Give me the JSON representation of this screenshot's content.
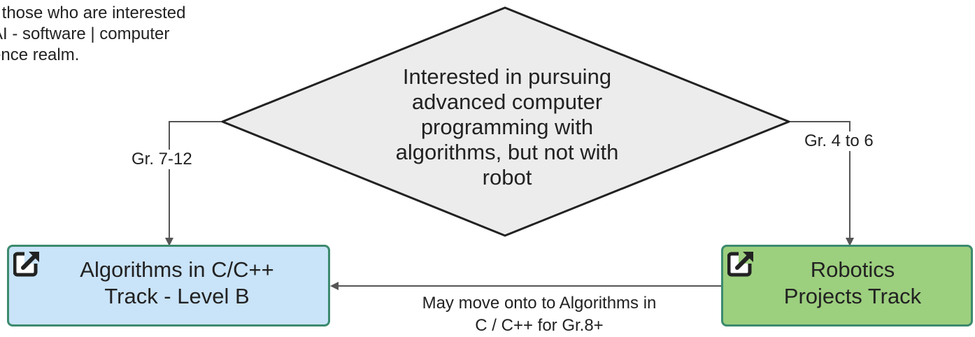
{
  "note": {
    "line1": "r those who are interested",
    "line2": "AI - software | computer",
    "line3": "ence realm."
  },
  "decision": {
    "lines": [
      "Interested in pursuing",
      "advanced computer",
      "programming with",
      "algorithms, but not with",
      "robot"
    ]
  },
  "edges": {
    "left_label": "Gr. 7-12",
    "right_label": "Gr. 4 to 6",
    "bottom_label_line1": "May move onto to Algorithms in",
    "bottom_label_line2": "C / C++ for Gr.8+"
  },
  "nodes": {
    "algorithms": {
      "line1": "Algorithms in C/C++",
      "line2": "Track - Level B",
      "icon": "external-link-icon"
    },
    "robotics": {
      "line1": "Robotics",
      "line2": "Projects Track",
      "icon": "external-link-icon"
    }
  },
  "colors": {
    "algorithms_fill": "#c9e3f8",
    "robotics_fill": "#9ccf7e",
    "node_border": "#3c8a6e",
    "decision_fill": "#ececec",
    "line": "#555555"
  }
}
